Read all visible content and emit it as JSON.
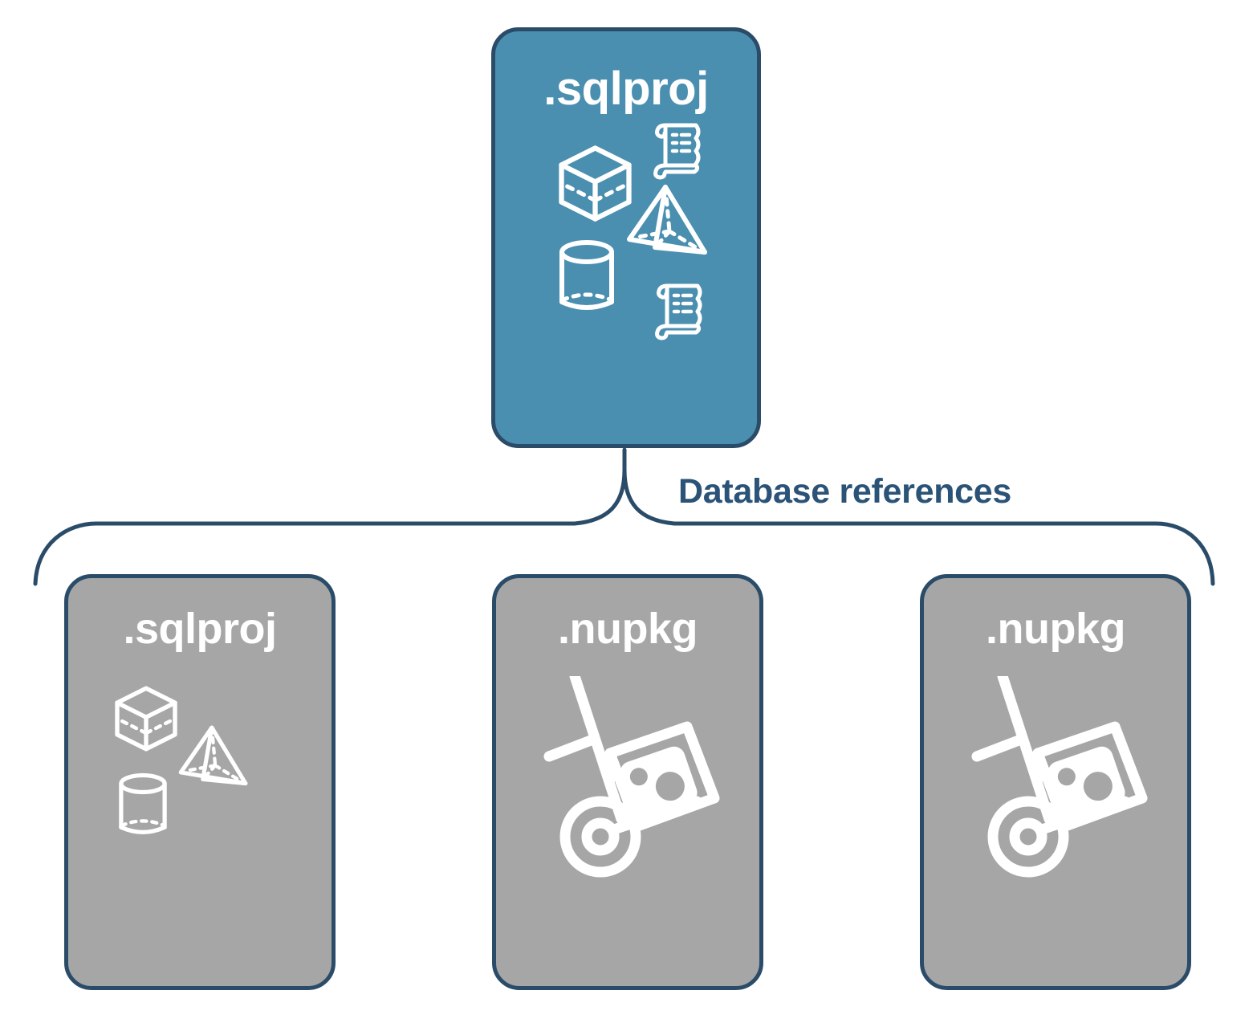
{
  "diagram": {
    "type": "hierarchy",
    "title": "",
    "connector_label": "Database references",
    "colors": {
      "primary_fill": "#4A8FB0",
      "secondary_fill": "#A6A6A6",
      "stroke": "#2B4C68",
      "label_text": "#2B5377",
      "node_text": "#FFFFFF",
      "background": "#FFFFFF"
    },
    "root": {
      "label": ".sqlproj",
      "kind": "primary",
      "icons": [
        "cube-icon",
        "scroll-icon",
        "pyramid-icon",
        "cylinder-icon",
        "scroll-icon"
      ]
    },
    "children": [
      {
        "label": ".sqlproj",
        "kind": "secondary",
        "icons": [
          "cube-icon",
          "pyramid-icon",
          "cylinder-icon"
        ]
      },
      {
        "label": ".nupkg",
        "kind": "secondary",
        "icons": [
          "hand-truck-package-icon"
        ]
      },
      {
        "label": ".nupkg",
        "kind": "secondary",
        "icons": [
          "hand-truck-package-icon"
        ]
      }
    ]
  }
}
